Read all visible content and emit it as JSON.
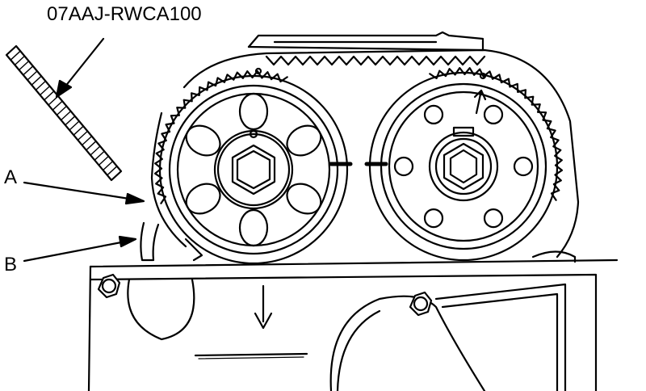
{
  "labels": {
    "tool_part_number": "07AAJ-RWCA100",
    "callout_a": "A",
    "callout_b": "B"
  },
  "colors": {
    "line": "#000000",
    "background": "#ffffff"
  }
}
